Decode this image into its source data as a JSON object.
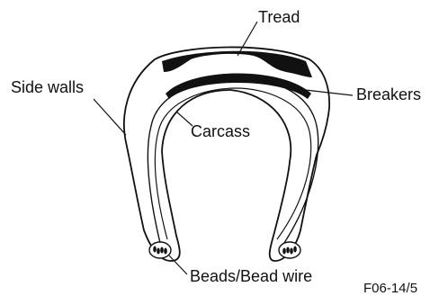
{
  "labels": {
    "tread": "Tread",
    "side_walls": "Side walls",
    "breakers": "Breakers",
    "carcass": "Carcass",
    "beads": "Beads/Bead wire"
  },
  "figure_code": "F06-14/5",
  "colors": {
    "ink": "#111111",
    "fill": "#ffffff"
  }
}
